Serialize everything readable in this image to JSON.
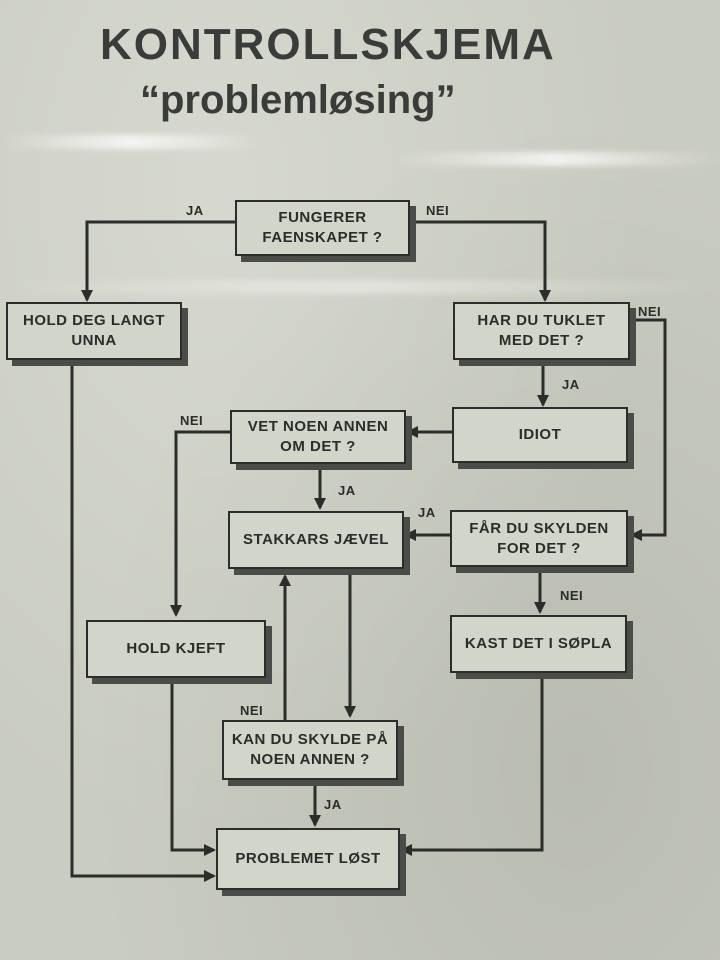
{
  "title": "KONTROLLSKJEMA",
  "subtitle": "“problemløsing”",
  "boxes": {
    "fungerer": "FUNGERER FAENSKAPET ?",
    "hold_unna": "HOLD DEG LANGT UNNA",
    "tuklet": "HAR DU TUKLET MED DET ?",
    "idiot": "IDIOT",
    "vet_noen": "VET NOEN ANNEN OM DET ?",
    "stakkars": "STAKKARS JÆVEL",
    "skylden": "FÅR DU SKYLDEN FOR DET ?",
    "hold_kjeft": "HOLD KJEFT",
    "kast": "KAST DET I SØPLA",
    "skylde": "KAN DU SKYLDE PÅ NOEN ANNEN ?",
    "lost": "PROBLEMET LØST"
  },
  "labels": {
    "ja": "JA",
    "nei": "NEI"
  }
}
